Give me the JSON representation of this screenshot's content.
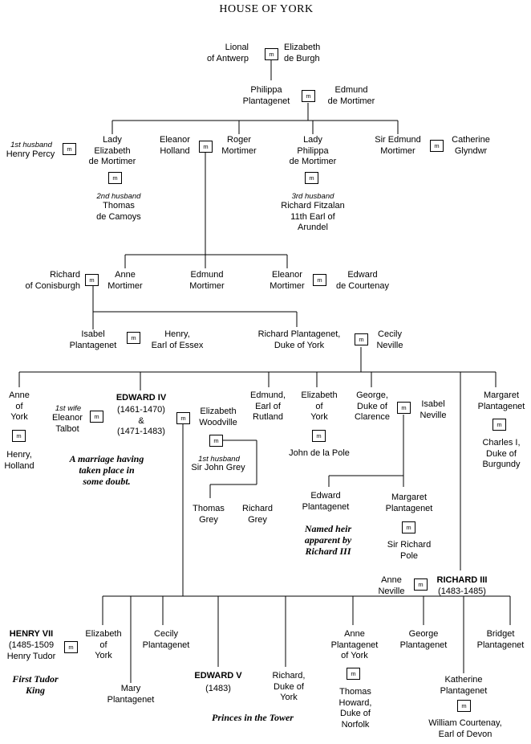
{
  "title": "HOUSE OF YORK",
  "marriage_symbol": "m",
  "people": {
    "lional": "Lional\nof Antwerp",
    "elizabeth_burgh": "Elizabeth\nde Burgh",
    "philippa": "Philippa\nPlantagenet",
    "edmund_mortimer1": "Edmund\nde Mortimer",
    "henry_percy_label": "1st husband",
    "henry_percy": "Henry Percy",
    "lady_elizabeth": "Lady\nElizabeth\nde Mortimer",
    "camoys_label": "2nd husband",
    "camoys": "Thomas\nde Camoys",
    "eleanor_holland": "Eleanor\nHolland",
    "roger_mortimer": "Roger\nMortimer",
    "lady_philippa": "Lady\nPhilippa\nde Mortimer",
    "fitzalan_label": "3rd husband",
    "fitzalan": "Richard Fitzalan\n11th Earl of\nArundel",
    "sir_edmund": "Sir Edmund\nMortimer",
    "catherine_glyndwr": "Catherine\nGlyndwr",
    "richard_conisburgh": "Richard\nof Conisburgh",
    "anne_mortimer": "Anne\nMortimer",
    "edmund_mortimer2": "Edmund\nMortimer",
    "eleanor_mortimer": "Eleanor\nMortimer",
    "edward_courtenay": "Edward\nde Courtenay",
    "isabel_plantagenet": "Isabel\nPlantagenet",
    "henry_essex": "Henry,\nEarl of Essex",
    "richard_york": "Richard Plantagenet,\nDuke of York",
    "cecily_neville": "Cecily\nNeville",
    "anne_york": "Anne\nof\nYork",
    "henry_holland": "Henry,\nHolland",
    "talbot_label": "1st wife",
    "eleanor_talbot": "Eleanor\nTalbot",
    "edward_iv": "EDWARD IV",
    "edward_iv_dates": "(1461-1470)\n&\n(1471-1483)",
    "marriage_doubt": "A marriage having\ntaken place in\nsome doubt.",
    "elizabeth_woodville": "Elizabeth\nWoodville",
    "grey_label": "1st husband",
    "john_grey": "Sir John Grey",
    "thomas_grey": "Thomas\nGrey",
    "richard_grey": "Richard\nGrey",
    "edmund_rutland": "Edmund,\nEarl of\nRutland",
    "elizabeth_of_york1": "Elizabeth\nof\nYork",
    "john_pole": "John de la Pole",
    "george_clarence": "George,\nDuke of\nClarence",
    "isabel_neville": "Isabel\nNeville",
    "margaret_plantagenet1": "Margaret\nPlantagenet",
    "charles_burgundy": "Charles I,\nDuke of\nBurgundy",
    "edward_plantagenet": "Edward\nPlantagenet",
    "named_heir": "Named heir\napparent by\nRichard III",
    "margaret_plantagenet2": "Margaret\nPlantagenet",
    "richard_pole": "Sir Richard\nPole",
    "anne_neville": "Anne\nNeville",
    "richard_iii": "RICHARD III",
    "richard_iii_dates": "(1483-1485)",
    "henry_vii": "HENRY VII",
    "henry_vii_dates": "(1485-1509\nHenry Tudor",
    "first_tudor": "First Tudor\nKing",
    "elizabeth_of_york2": "Elizabeth\nof\nYork",
    "mary_plantagenet": "Mary\nPlantagenet",
    "cecily_plantagenet": "Cecily\nPlantagenet",
    "edward_v": "EDWARD V",
    "edward_v_dates": "(1483)",
    "princes_tower": "Princes in the Tower",
    "richard_duke_york": "Richard,\nDuke of\nYork",
    "anne_plantagenet": "Anne\nPlantagenet\nof York",
    "thomas_howard": "Thomas\nHoward,\nDuke of\nNorfolk",
    "george_plantagenet": "George\nPlantagenet",
    "katherine_plantagenet": "Katherine\nPlantagenet",
    "william_courtenay": "William Courtenay,\nEarl of Devon",
    "bridget_plantagenet": "Bridget\nPlantagenet"
  }
}
